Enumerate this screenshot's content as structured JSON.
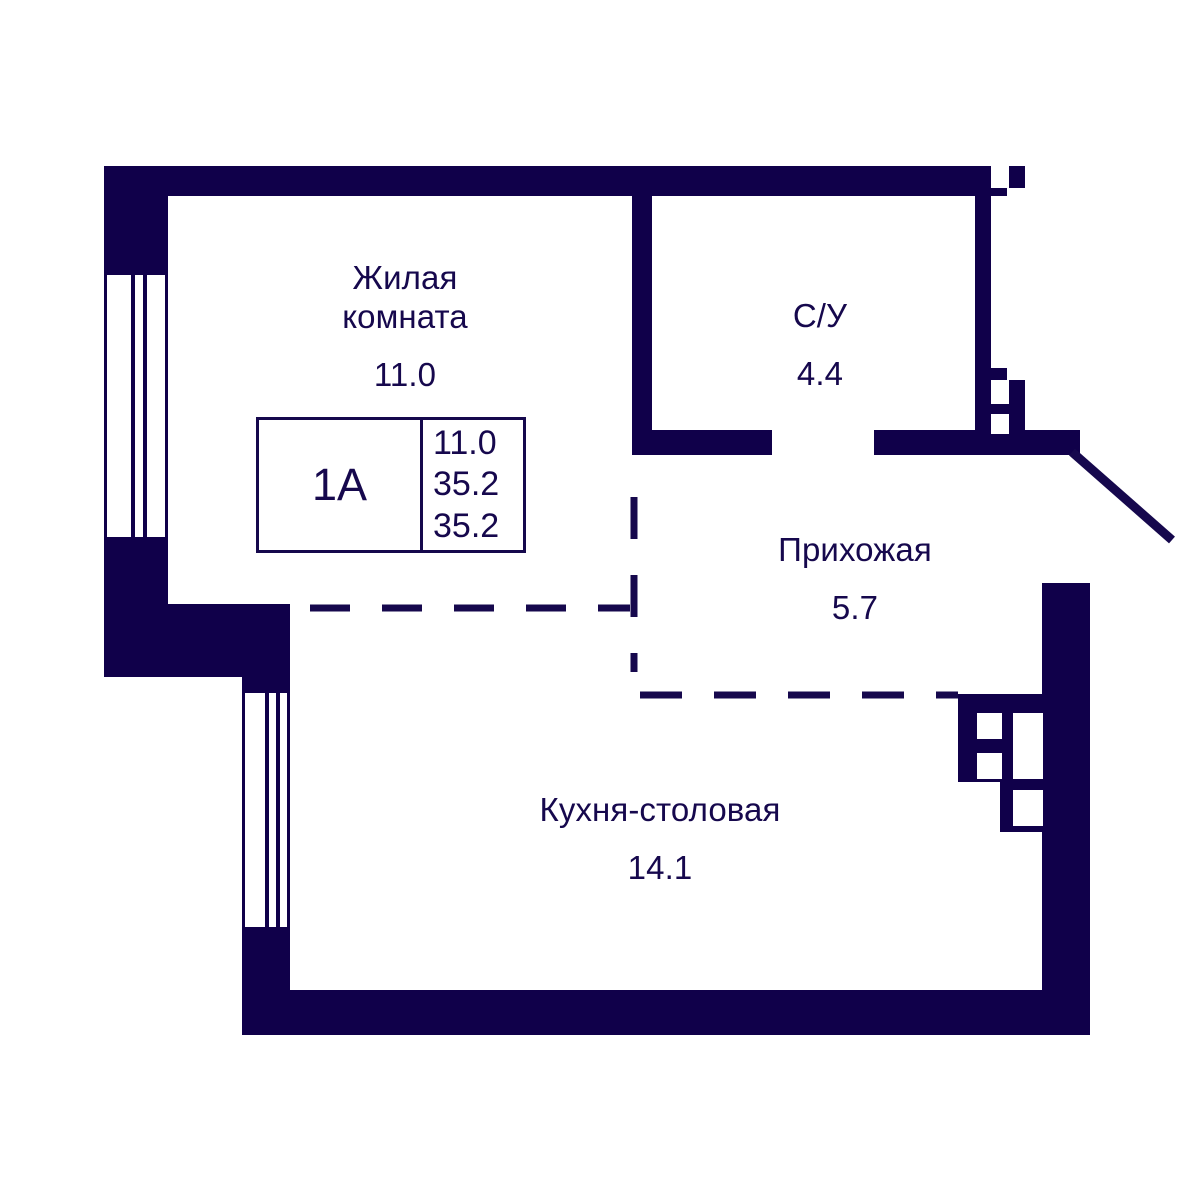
{
  "plan": {
    "wall_color": "#10004a",
    "text_color": "#16084d",
    "background_color": "#ffffff",
    "unit_type": "1A"
  },
  "info_box": {
    "type_label": "1A",
    "living_area": "11.0",
    "total_area": "35.2",
    "area_with_balcony": "35.2"
  },
  "rooms": [
    {
      "id": "living",
      "name": "Жилая\nкомната",
      "area": "11.0"
    },
    {
      "id": "bathroom",
      "name": "С/У",
      "area": "4.4"
    },
    {
      "id": "hall",
      "name": "Прихожая",
      "area": "5.7"
    },
    {
      "id": "kitchen",
      "name": "Кухня-столовая",
      "area": "14.1"
    }
  ],
  "features": {
    "window_left_living": "window",
    "window_left_kitchen": "window",
    "entry_door": "entrance-door-swing",
    "riser_shaft_right": "ventilation-shaft",
    "riser_shaft_topright": "ventilation-shaft",
    "partition_dashed": "dashed-partition"
  }
}
